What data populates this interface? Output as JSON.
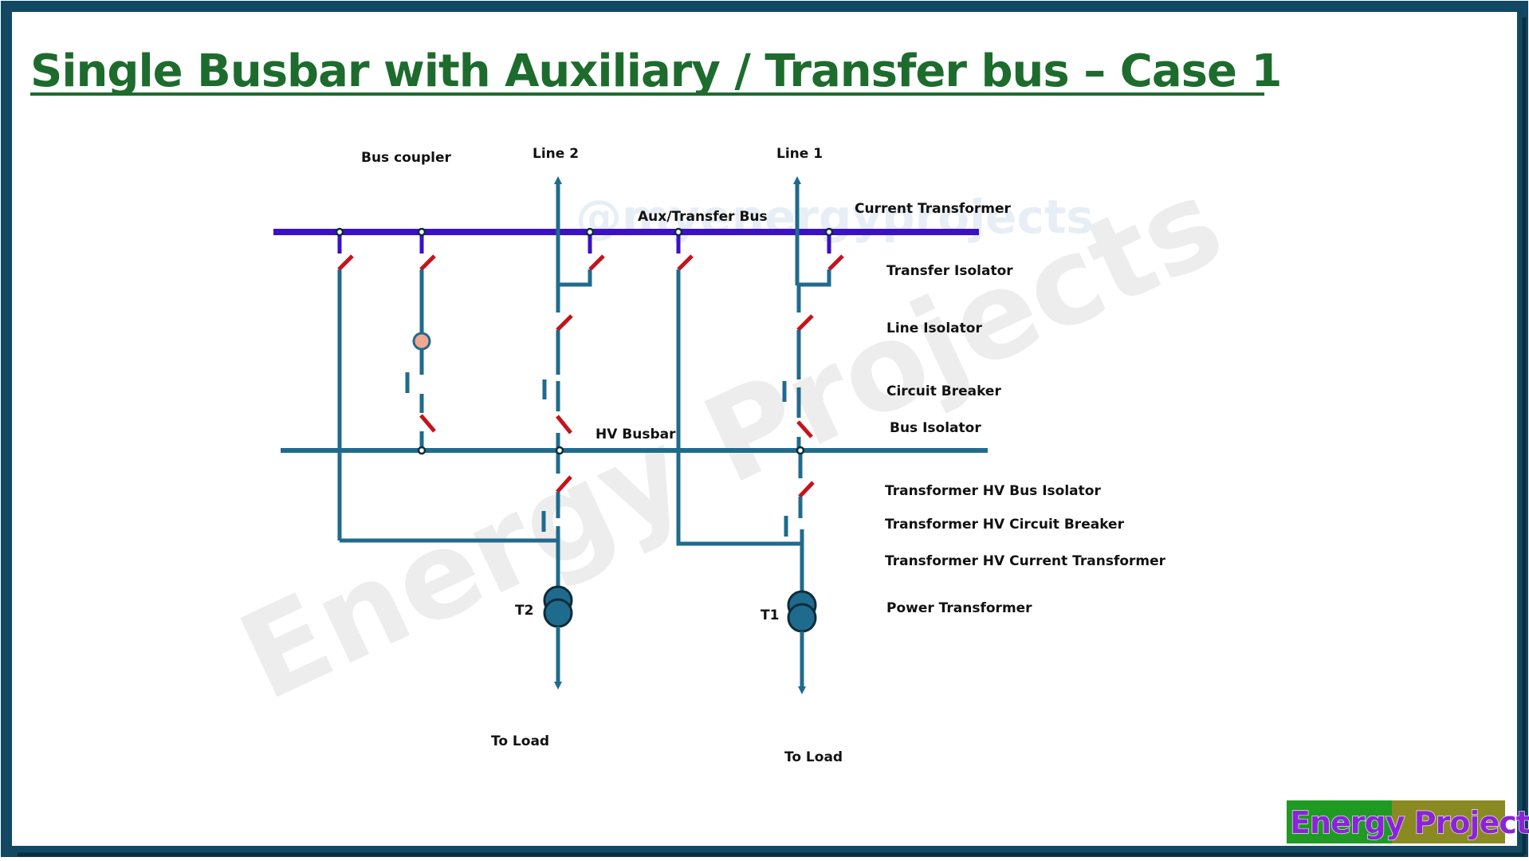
{
  "title": "Single Busbar with Auxiliary / Transfer bus – Case 1",
  "colors": {
    "frame": "#124862",
    "title": "#1e6b2e",
    "aux_bus": "#3a10c8",
    "feeder": "#1f6b8e",
    "isolator": "#c4141c",
    "cb": "#1f6b8e",
    "bus_coupler_ct": "#f0a890",
    "logo_green": "#1f9a22",
    "logo_olive": "#8a8a22",
    "logo_text": "#8a24d8"
  },
  "watermarks": {
    "main": "Energy Projects",
    "handle": "@myenergyprojects"
  },
  "logo": {
    "text": "Energy Projects"
  },
  "labels": {
    "bus_coupler": "Bus coupler",
    "line2": "Line 2",
    "line1": "Line 1",
    "aux_bus": "Aux/Transfer Bus",
    "current_transformer": "Current Transformer",
    "transfer_isolator": "Transfer Isolator",
    "line_isolator": "Line Isolator",
    "circuit_breaker": "Circuit Breaker",
    "bus_isolator": "Bus Isolator",
    "hv_busbar": "HV Busbar",
    "tx_hv_bus_isolator": "Transformer HV Bus Isolator",
    "tx_hv_cb": "Transformer HV Circuit Breaker",
    "tx_hv_ct": "Transformer HV Current Transformer",
    "power_transformer": "Power Transformer",
    "t2": "T2",
    "t1": "T1",
    "to_load_left": "To Load",
    "to_load_right": "To Load"
  }
}
